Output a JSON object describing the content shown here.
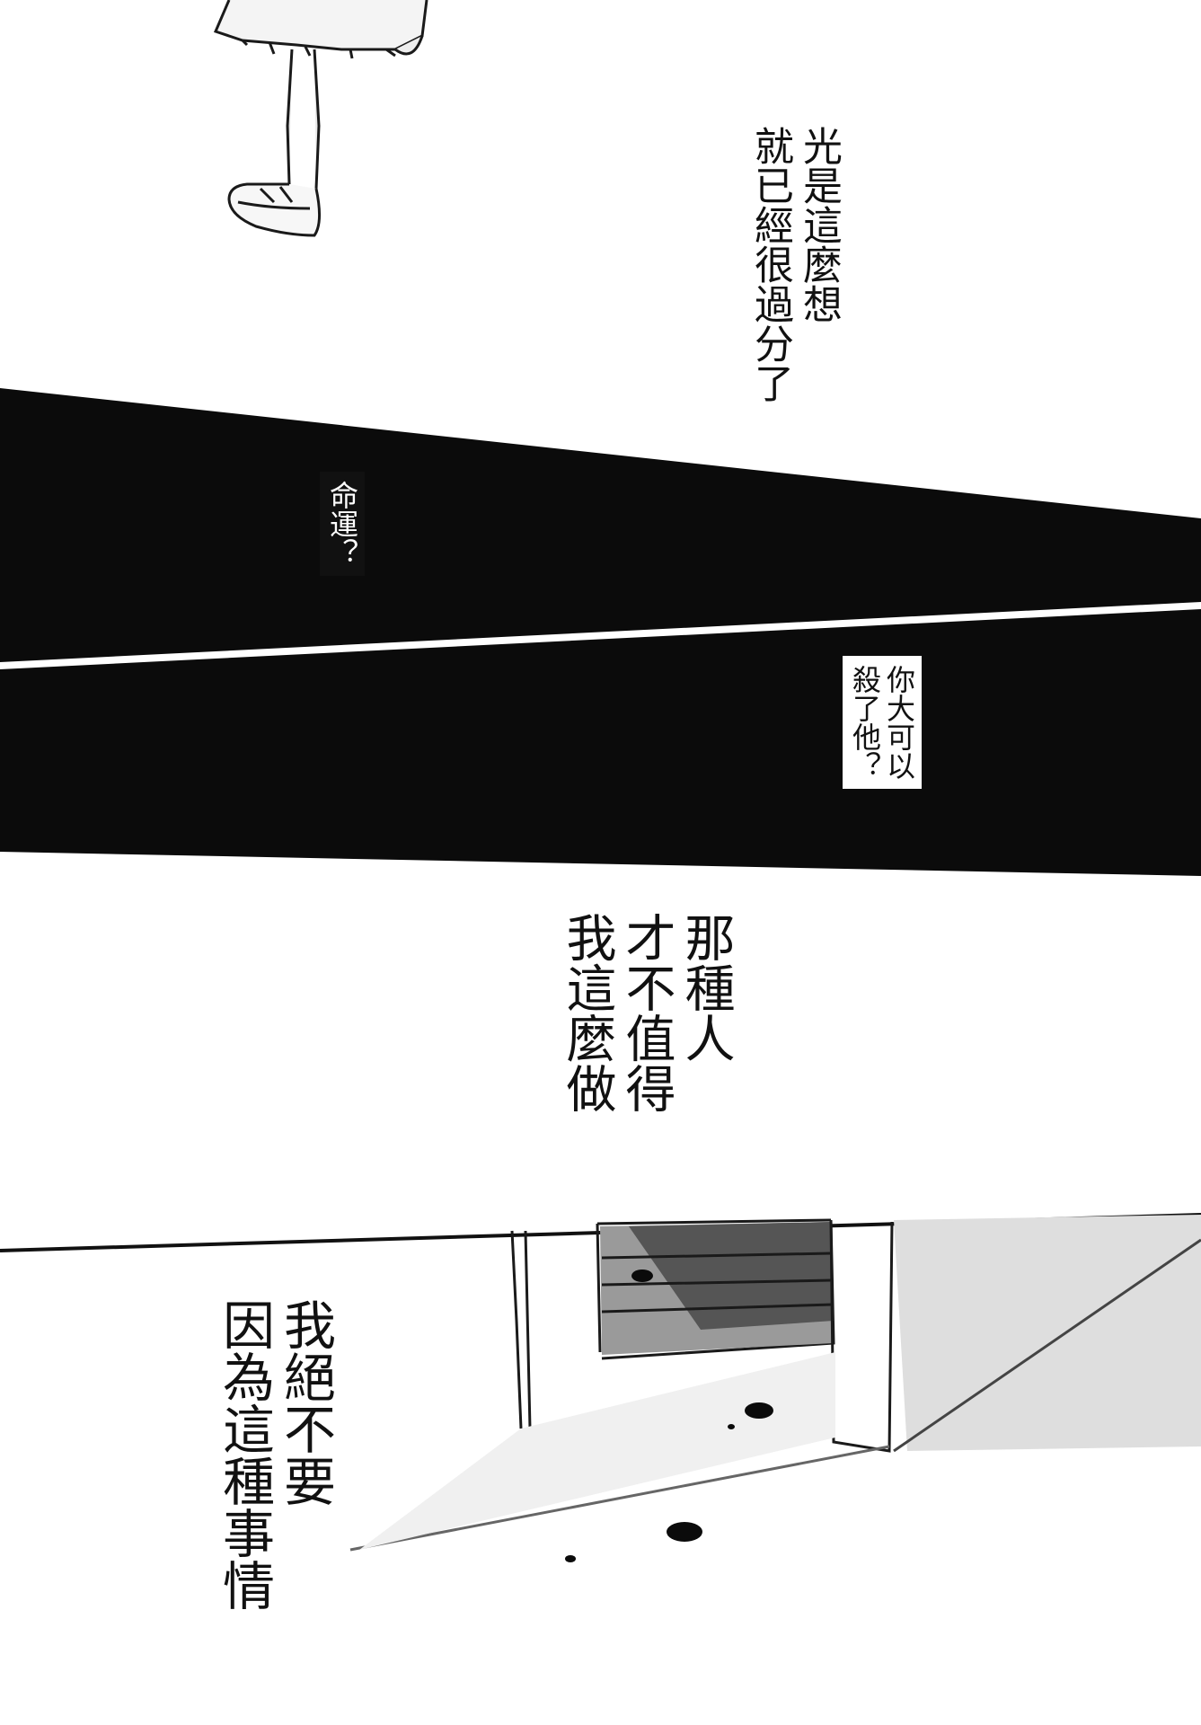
{
  "captions": {
    "top_right": [
      "光是這麼想",
      "就已經很過分了"
    ],
    "destiny": [
      "命運？"
    ],
    "could_kill": [
      "你大可以",
      "殺了他？"
    ],
    "not_worth": [
      "那種人",
      "才不值得",
      "我這麼做"
    ],
    "never": [
      "我絕不要",
      "因為這種事情"
    ]
  },
  "colors": {
    "band": "#0b0b0b",
    "ink": "#111111",
    "paper": "#ffffff",
    "screentone": "#cfcfcf"
  }
}
